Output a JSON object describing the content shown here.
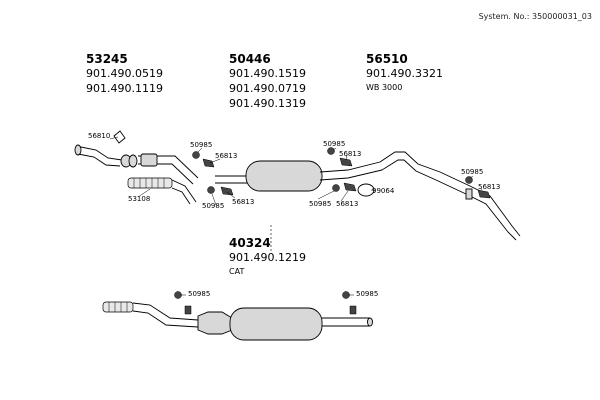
{
  "header": {
    "system_no": "System. No.: 350000031_03"
  },
  "groups": [
    {
      "main": "53245",
      "parts": [
        "901.490.0519",
        "901.490.1119"
      ],
      "note": ""
    },
    {
      "main": "50446",
      "parts": [
        "901.490.1519",
        "901.490.0719",
        "901.490.1319"
      ],
      "note": ""
    },
    {
      "main": "56510",
      "parts": [
        "901.490.3321"
      ],
      "note": "WB 3000"
    },
    {
      "main": "40324",
      "parts": [
        "901.490.1219"
      ],
      "note": "CAT"
    }
  ],
  "callouts": {
    "c56810": "56810",
    "c53108": "53108",
    "c50985": "50985",
    "c56813": "56813",
    "c99064": "99064"
  },
  "icons": [
    "clamp-icon",
    "bracket-icon",
    "hanger-icon",
    "gasket-icon",
    "rubber-mount-icon"
  ]
}
